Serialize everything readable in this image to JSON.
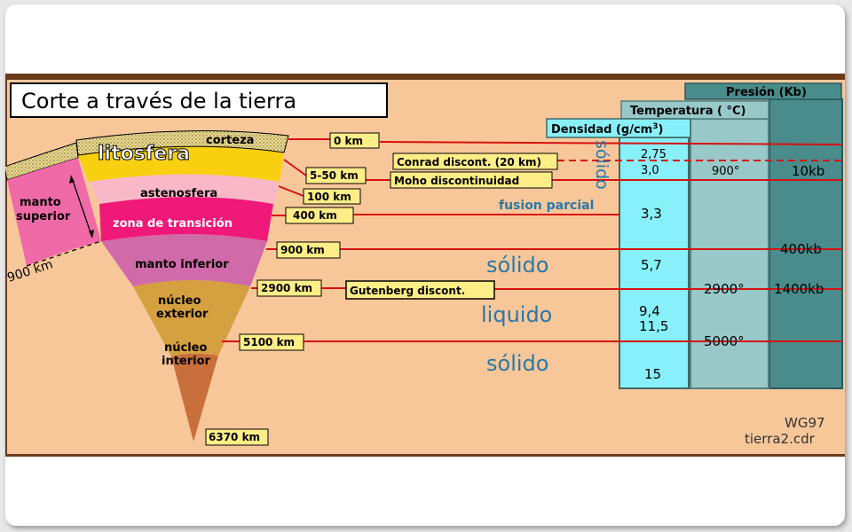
{
  "title": "Corte a través de la tierra",
  "layers": {
    "corteza": "corteza",
    "litosfera": "litosfera",
    "astenosfera": "astenosfera",
    "transicion": "zona de transición",
    "manto_inferior": "manto inferior",
    "nucleo_exterior": [
      "núcleo",
      "exterior"
    ],
    "nucleo_interior": [
      "núcleo",
      "interior"
    ],
    "manto_superior": [
      "manto",
      "superior"
    ],
    "depth_900_side": "900 km"
  },
  "depths": {
    "d0": "0 km",
    "d5_50": "5-50 km",
    "d100": "100 km",
    "d400": "400 km",
    "d900": "900 km",
    "d2900": "2900 km",
    "d5100": "5100 km",
    "d6370": "6370 km"
  },
  "discontinuities": {
    "conrad": "Conrad discont. (20 km)",
    "moho": "Moho discontinuidad",
    "gutenberg": "Gutenberg discont."
  },
  "states": {
    "solido_vertical": "sólido",
    "fusion_parcial": "fusion parcial",
    "solido_1": "sólido",
    "liquido": "liquido",
    "solido_2": "sólido"
  },
  "columns": {
    "densidad": "Densidad (g/cm",
    "densidad_sup": "3",
    "densidad_close": ")",
    "temperatura": "Temperatura ( °C)",
    "presion": "Presión (Kb)"
  },
  "density_values": {
    "v275": "2,75",
    "v30": "3,0",
    "v33": "3,3",
    "v57": "5,7",
    "v94": "9,4",
    "v115": "11,5",
    "v15": "15"
  },
  "temperature_values": {
    "t900": "900°",
    "t2900": "2900°",
    "t5000": "5000°"
  },
  "pressure_values": {
    "p10": "10kb",
    "p400": "400kb",
    "p1400": "1400kb"
  },
  "credits": {
    "line1": "WG97",
    "line2": "tierra2.cdr"
  },
  "colors": {
    "frame": "#6b3a1c",
    "background": "#f7c79a",
    "line": "#d81010",
    "label_box": "#ffee88",
    "density_col": "#88f0f8",
    "temperature_col": "#98c8c8",
    "pressure_col": "#4a8c8c",
    "state_text": "#2a78a8"
  }
}
